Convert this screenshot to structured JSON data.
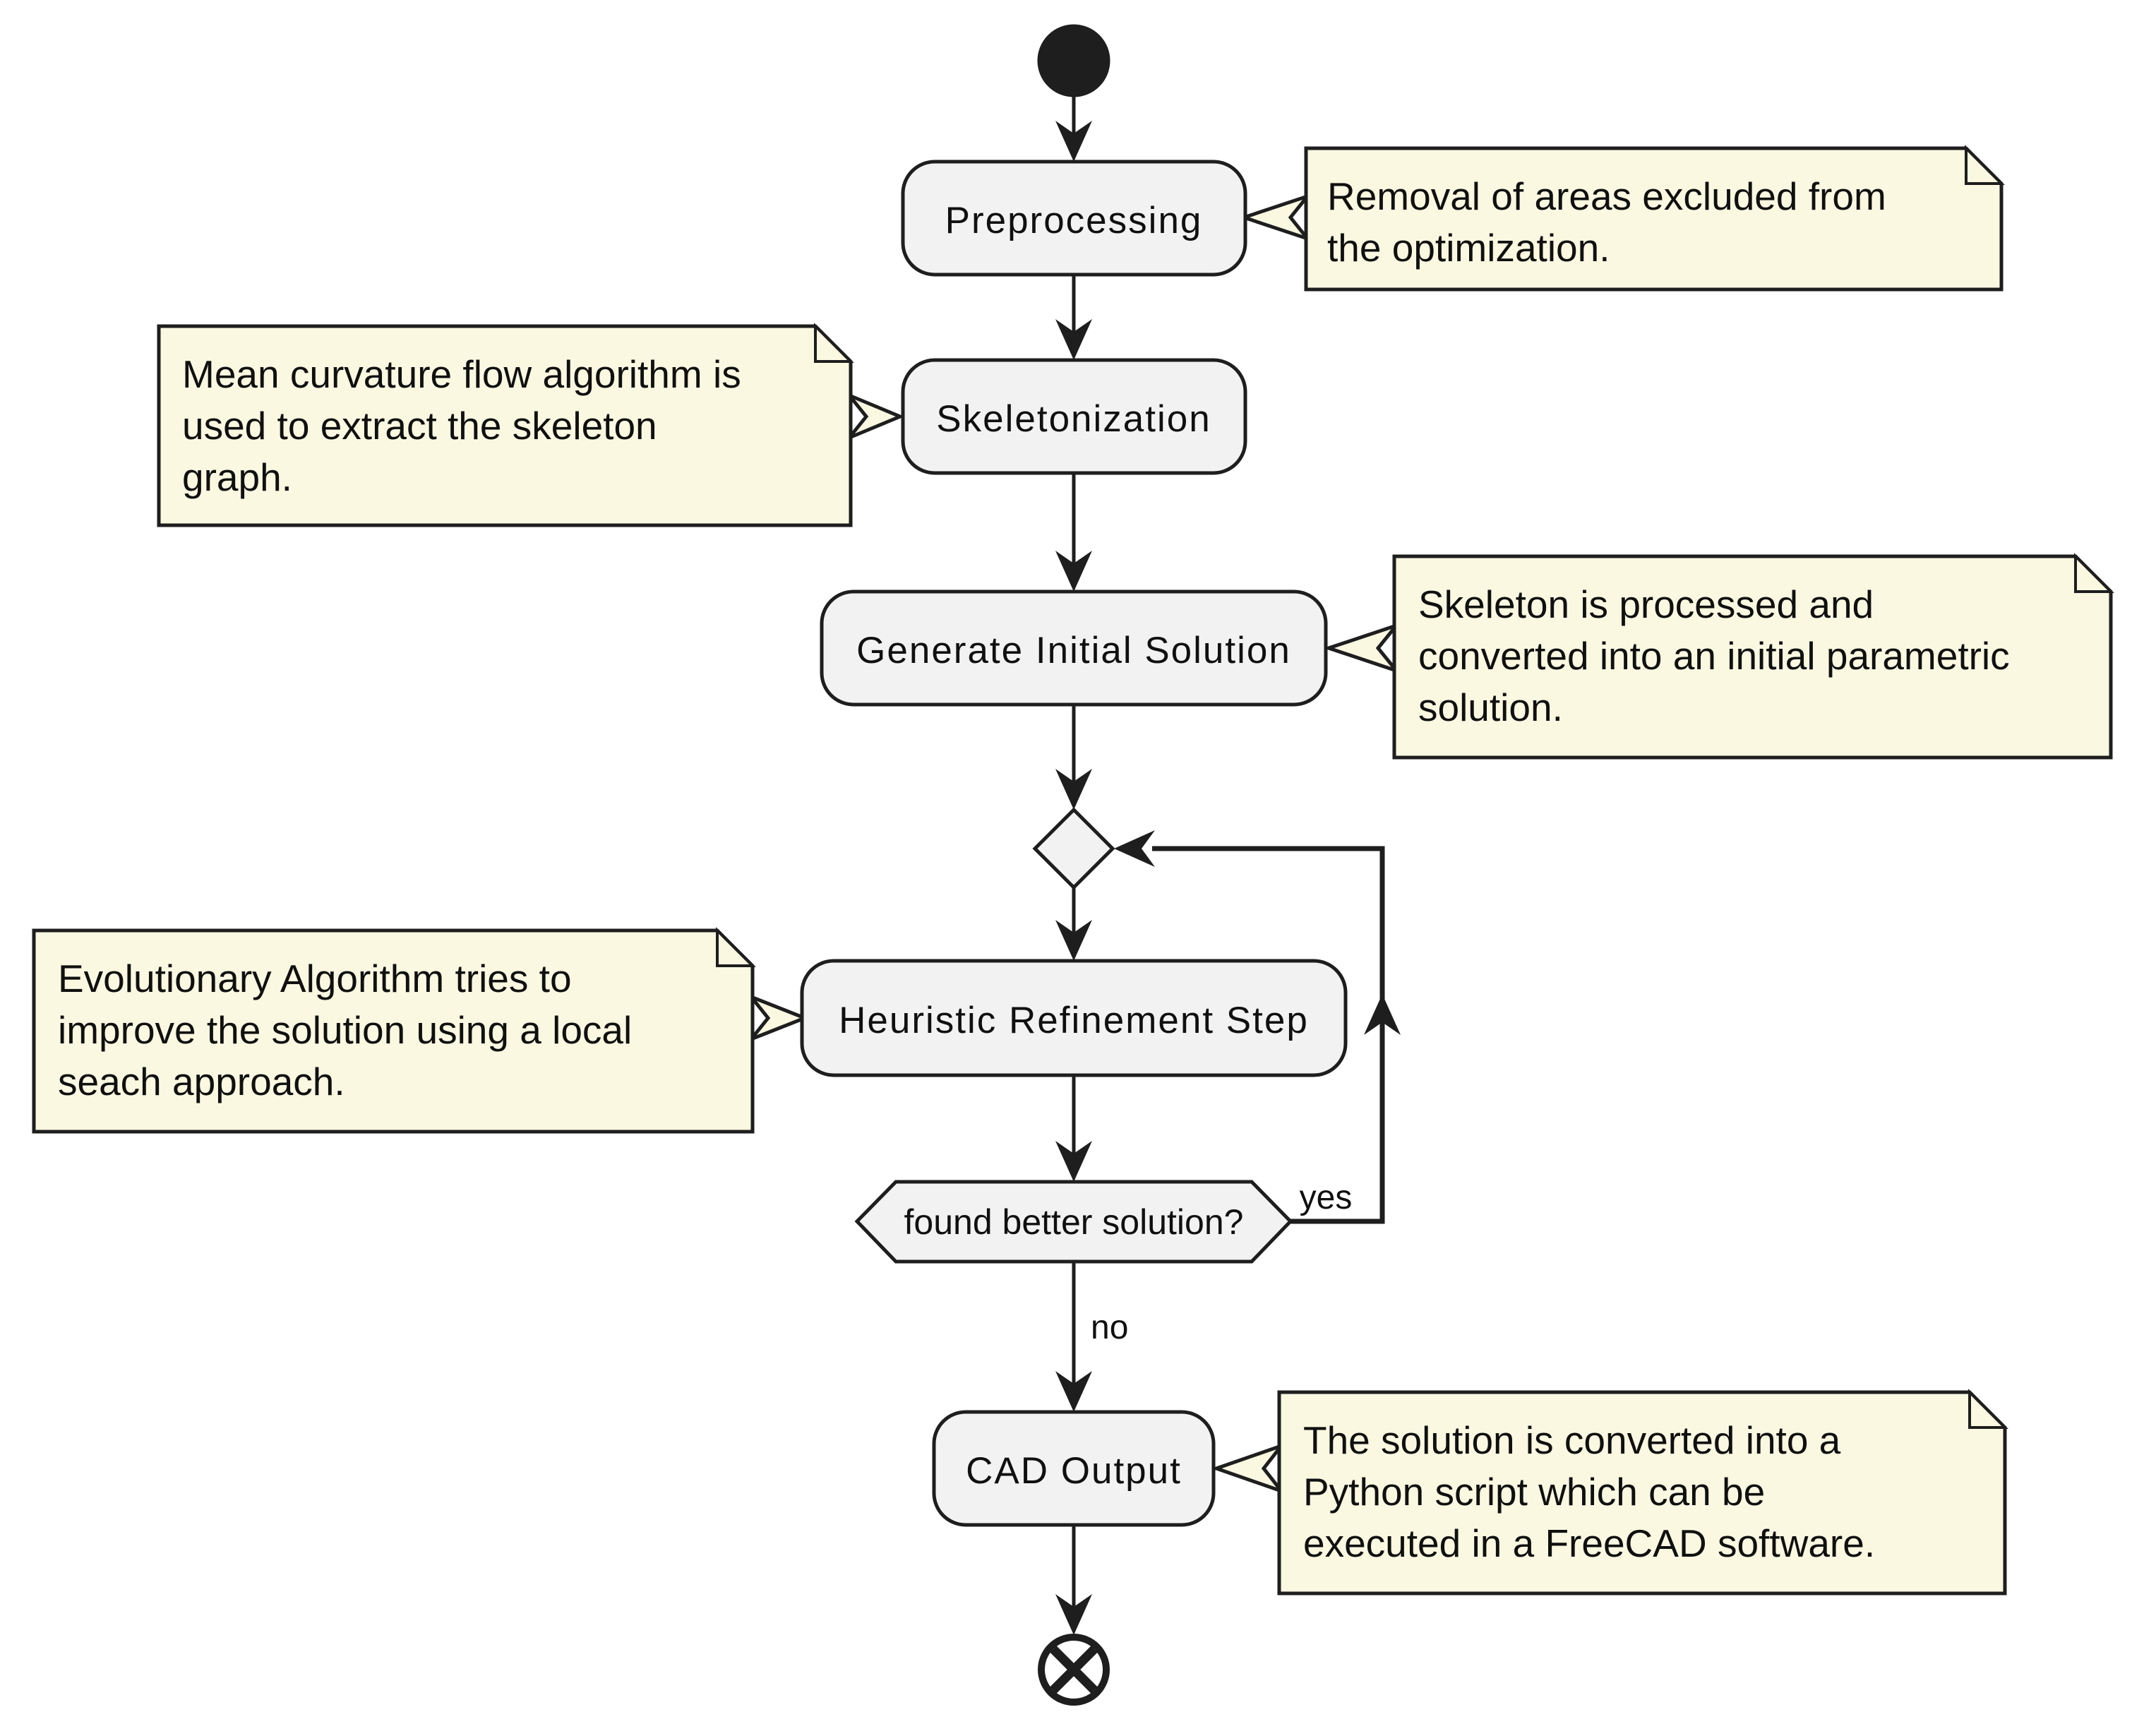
{
  "theme": {
    "background": "#ffffff",
    "ink": "#1e1e1e",
    "node_fill": "#f2f2f2",
    "note_fill": "#faf8e1"
  },
  "nodes": {
    "start": {
      "type": "initial-node"
    },
    "preprocessing": {
      "label": "Preprocessing"
    },
    "skeletonization": {
      "label": "Skeletonization"
    },
    "generate_initial_solution": {
      "label": "Generate Initial Solution"
    },
    "heuristic_refinement_step": {
      "label": "Heuristic Refinement Step"
    },
    "decision": {
      "type": "decision-diamond"
    },
    "found_better_solution": {
      "label": "found better solution?"
    },
    "cad_output": {
      "label": "CAD Output"
    },
    "end": {
      "type": "flow-final-node"
    }
  },
  "edges": {
    "yes_label": "yes",
    "no_label": "no"
  },
  "notes": [
    {
      "attached_to": "preprocessing",
      "lines": [
        "Removal of areas excluded from",
        "the optimization."
      ]
    },
    {
      "attached_to": "skeletonization",
      "lines": [
        "Mean curvature flow algorithm is",
        "used to extract the skeleton",
        "graph."
      ]
    },
    {
      "attached_to": "generate_initial_solution",
      "lines": [
        "Skeleton is processed and",
        "converted into an initial parametric",
        "solution."
      ]
    },
    {
      "attached_to": "heuristic_refinement_step",
      "lines": [
        "Evolutionary Algorithm tries to",
        "improve the solution using a local",
        "seach approach."
      ]
    },
    {
      "attached_to": "cad_output",
      "lines": [
        "The solution is converted into a",
        "Python script which can be",
        "executed in a FreeCAD software."
      ]
    }
  ]
}
